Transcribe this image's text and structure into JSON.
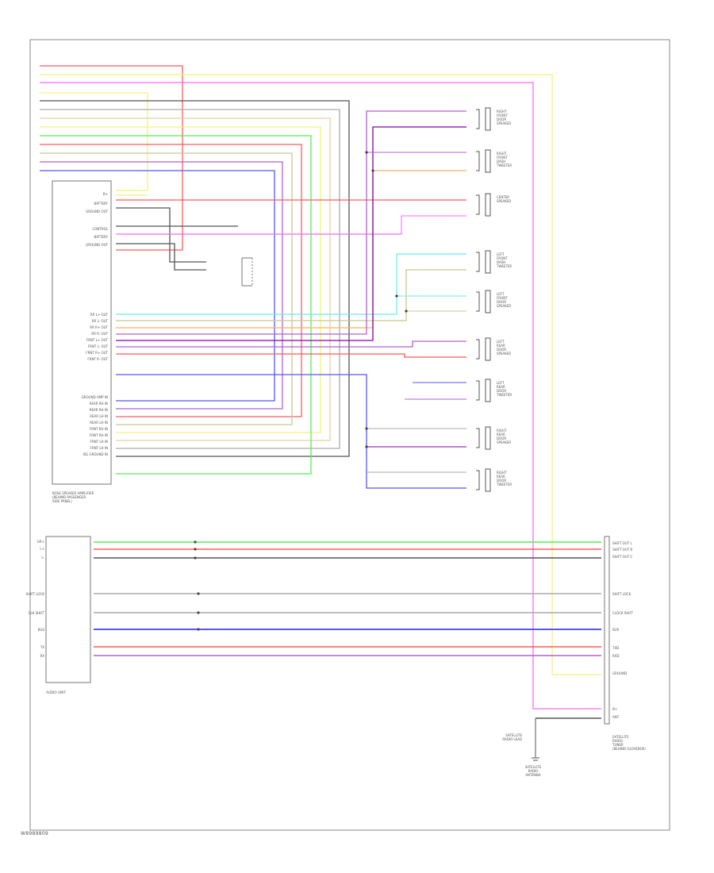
{
  "diagram": {
    "footer_code": "W8989809",
    "amp_label": [
      "BOSE SPEAKER AMPLIFIER",
      "(BEHIND PASSENGER",
      "SIDE PANEL)"
    ],
    "audio_unit_label": "AUDIO UNIT",
    "antenna_label": [
      "SATELLITE",
      "RADIO",
      "ANTENNA"
    ],
    "tuner_label": [
      "SATELLITE",
      "RADIO",
      "TUNER",
      "(BEHIND GLOVEBOX)"
    ],
    "sat_lead_label": [
      "SATELLITE",
      "RADIO LEAD"
    ],
    "amp_pins": [
      "B+",
      "BATTERY",
      "GROUND OUT",
      "CONTROL",
      "BATTERY",
      "GROUND OUT",
      "RR L+ OUT",
      "RR L- OUT",
      "RR R+ OUT",
      "RR R- OUT",
      "FRNT L+ OUT",
      "FRNT L- OUT",
      "FRNT R+ OUT",
      "FRNT R- OUT",
      "GROUND AMP IN",
      "REAR RH IN",
      "REAR RH IN",
      "REAR LH IN",
      "REAR LH IN",
      "FRNT RH IN",
      "FRNT RH IN",
      "FRNT LH IN",
      "FRNT LH IN",
      "SIG GROUND IN"
    ],
    "audio_left_pins": [
      "GR+",
      "L+",
      "L-",
      "SHIFT LOCK",
      "CLK SHIFT",
      "BUS",
      "TX",
      "RX"
    ],
    "tuner_pins": [
      "SHIFT OUT L",
      "SHIFT OUT R",
      "SHIFT OUT C",
      "SHIFT LOCK",
      "CLOCK SHIFT",
      "BUS",
      "TXD",
      "RXD",
      "GROUND",
      "B+",
      "ANT"
    ],
    "speakers": [
      {
        "label": [
          "RIGHT",
          "FRONT",
          "DOOR",
          "SPEAKER"
        ]
      },
      {
        "label": [
          "RIGHT",
          "FRONT",
          "DASH",
          "TWEETER"
        ]
      },
      {
        "label": [
          "CENTER",
          "SPEAKER"
        ]
      },
      {
        "label": [
          "LEFT",
          "FRONT",
          "DASH",
          "TWEETER"
        ]
      },
      {
        "label": [
          "LEFT",
          "FRONT",
          "DOOR",
          "SPEAKER"
        ]
      },
      {
        "label": [
          "LEFT",
          "REAR",
          "DOOR",
          "SPEAKER"
        ]
      },
      {
        "label": [
          "LEFT",
          "REAR",
          "DOOR",
          "TWEETER"
        ]
      },
      {
        "label": [
          "RIGHT",
          "REAR",
          "DOOR",
          "SPEAKER"
        ]
      },
      {
        "label": [
          "RIGHT",
          "REAR",
          "DOOR",
          "TWEETER"
        ]
      }
    ],
    "wire_colors": {
      "pink": "#ff66ff",
      "yellow": "#f2f27a",
      "red": "#ff5a5a",
      "black": "#555555",
      "tan": "#e8cfa0",
      "orange": "#ffb060",
      "green": "#55ee55",
      "purple": "#b060d0",
      "blue": "#5555ff",
      "gray": "#aaaaaa",
      "cyan": "#66eeee",
      "olive": "#c8c890",
      "violet": "#8800aa"
    },
    "colors": {
      "frame": "#888888",
      "text": "#555555"
    }
  }
}
